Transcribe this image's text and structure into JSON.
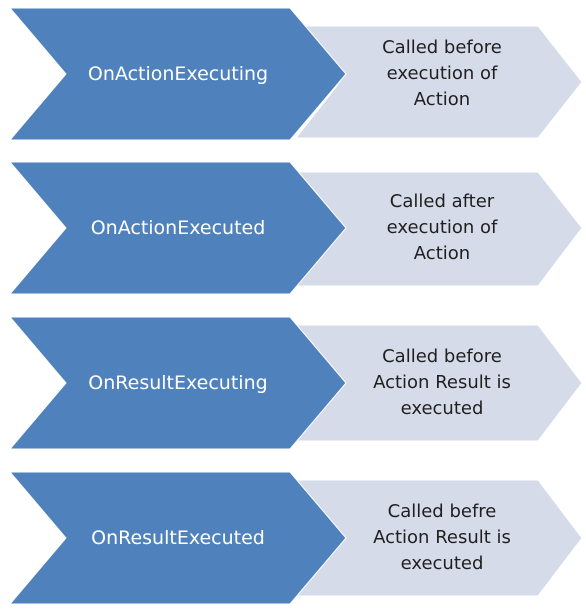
{
  "colors": {
    "primary_chevron": "#4f81bd",
    "primary_chevron_edge": "#ffffff",
    "secondary_chevron": "#d5dbe8",
    "secondary_chevron_edge": "#ffffff",
    "background": "#ffffff"
  },
  "steps": [
    {
      "name": "OnActionExecuting",
      "description": "Called before\nexecution of\nAction"
    },
    {
      "name": "OnActionExecuted",
      "description": "Called after\nexecution of\nAction"
    },
    {
      "name": "OnResultExecuting",
      "description": "Called before\nAction Result is\nexecuted"
    },
    {
      "name": "OnResultExecuted",
      "description": "Called befre\nAction Result is\nexecuted"
    }
  ]
}
